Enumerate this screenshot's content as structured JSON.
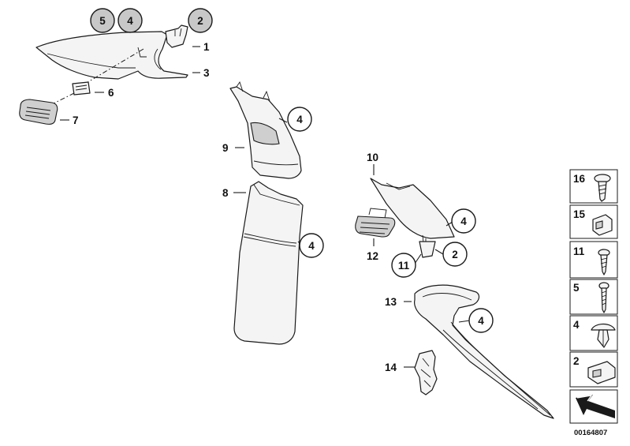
{
  "diagram": {
    "reference_number": "00164807",
    "part_labels": {
      "p1": "1",
      "p3": "3",
      "p6": "6",
      "p7": "7",
      "p8": "8",
      "p9": "9",
      "p10": "10",
      "p12": "12",
      "p13": "13",
      "p14": "14"
    },
    "circled_callouts": {
      "c5_top": "5",
      "c4_top": "4",
      "c2_top": "2",
      "c4_pillar": "4",
      "c4_cover": "4",
      "c4_trim": "4",
      "c11": "11",
      "c2_trim": "2",
      "c4_belt": "4"
    },
    "legend": [
      {
        "number": "16",
        "icon": "screw-collar-icon"
      },
      {
        "number": "15",
        "icon": "clip-nut-icon"
      },
      {
        "number": "11",
        "icon": "screw-icon"
      },
      {
        "number": "5",
        "icon": "tapping-screw-icon"
      },
      {
        "number": "4",
        "icon": "expanding-rivet-icon"
      },
      {
        "number": "2",
        "icon": "clip-icon"
      },
      {
        "number": "",
        "icon": "direction-arrow-icon"
      }
    ]
  }
}
